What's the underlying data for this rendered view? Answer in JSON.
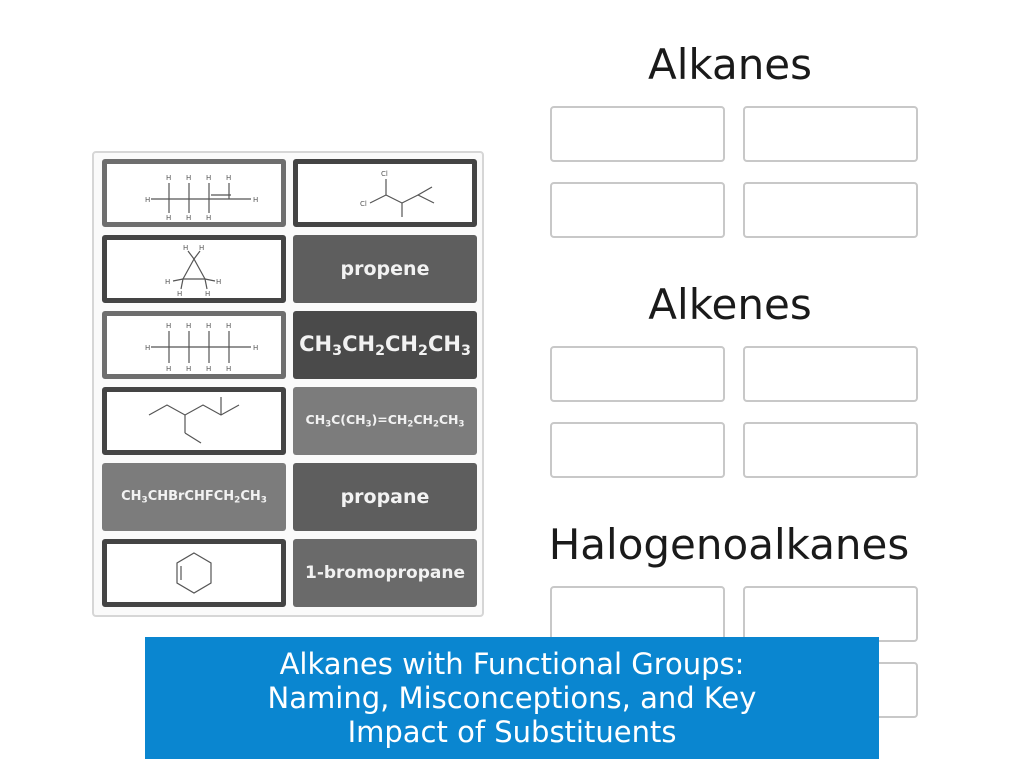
{
  "headings": {
    "alkanes": "Alkanes",
    "alkenes": "Alkenes",
    "halogenoalkanes": "Halogenoalkanes"
  },
  "cards": {
    "propene": "propene",
    "butane_formula": [
      "CH",
      "3",
      "CH",
      "2",
      "CH",
      "2",
      "CH",
      "3"
    ],
    "alkene_formula": [
      "CH",
      "3",
      "C(CH",
      "3",
      ")=CH",
      "2",
      "CH",
      "2",
      "CH",
      "3"
    ],
    "halo_formula": [
      "CH",
      "3",
      "CHBrCHFCH",
      "2",
      "CH",
      "3"
    ],
    "propane": "propane",
    "bromopropane": "1-bromopropane"
  },
  "structure_atoms": {
    "hydrogen": "H",
    "chlorine": "Cl"
  },
  "banner": {
    "line1": "Alkanes with Functional Groups:",
    "line2": "Naming, Misconceptions, and Key",
    "line3": "Impact of Substituents"
  },
  "colors": {
    "banner": "#0a86d0",
    "card_dark": "#4a4a4a",
    "card_mid": "#7c7c7c"
  }
}
